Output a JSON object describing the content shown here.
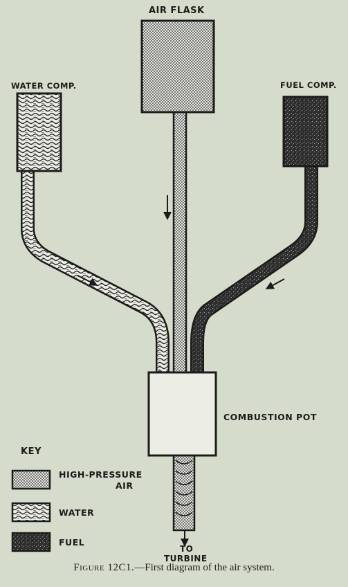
{
  "components": {
    "air_flask": "AIR FLASK",
    "water_comp": "WATER COMP.",
    "fuel_comp": "FUEL COMP.",
    "combustion_pot": "COMBUSTION POT",
    "to_turbine_line1": "TO",
    "to_turbine_line2": "TURBINE"
  },
  "key": {
    "title": "KEY",
    "items": [
      {
        "label_line1": "HIGH-PRESSURE",
        "label_line2": "AIR",
        "pattern": "dots"
      },
      {
        "label_line1": "WATER",
        "label_line2": "",
        "pattern": "wavy"
      },
      {
        "label_line1": "FUEL",
        "label_line2": "",
        "pattern": "speckle"
      }
    ]
  },
  "caption": {
    "figure": "Figure 12C1.",
    "text": "—First diagram of the air system."
  },
  "colors": {
    "background": "#d6dccb",
    "ink": "#1b1b1b"
  }
}
